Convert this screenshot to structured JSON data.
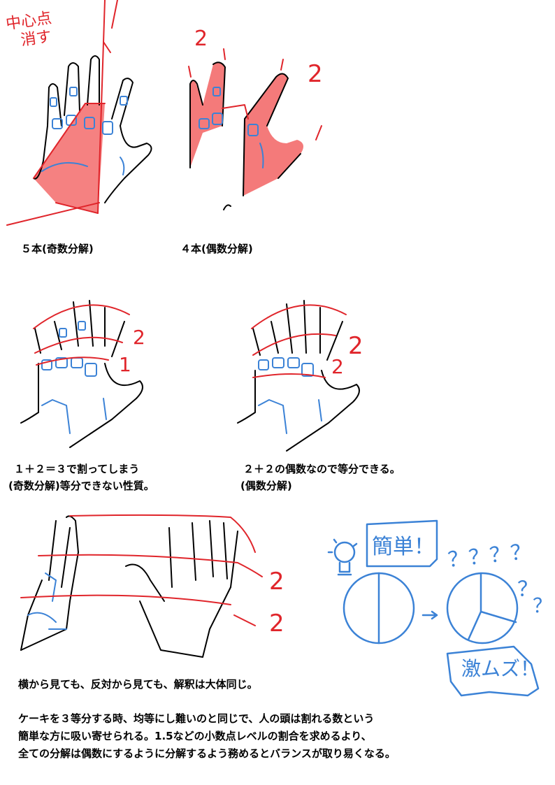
{
  "annotations": {
    "center_note_line1": "中心点",
    "center_note_line2": "消す",
    "panel2_n2_left": "2",
    "panel2_n2_right": "2",
    "row2_left_n2": "2",
    "row2_left_n1": "1",
    "row2_right_n2a": "2",
    "row2_right_n2b": "2",
    "row3_n2a": "2",
    "row3_n2b": "2",
    "simple_box": "簡単！",
    "hard_box": "激ムズ！",
    "question_marks": "？？？？",
    "question_marks_small": "？"
  },
  "captions": {
    "five_fingers": "５本(奇数分解)",
    "four_fingers": "４本(偶数分解)",
    "left_line1": "１＋２＝３で割ってしまう",
    "left_line2": "(奇数分解)等分できない性質。",
    "right_line1": "２＋２の偶数なので等分できる。",
    "right_line2": "(偶数分解)",
    "side_view": "横から見ても、反対から見ても、解釈は大体同じ。",
    "body_line1": "ケーキを３等分する時、均等にし難いのと同じで、人の頭は割れる数という",
    "body_line2": "簡単な方に吸い寄せられる。1.5などの小数点レベルの割合を求めるより、",
    "body_line3": "全ての分解は偶数にするように分解するよう務めるとバランスが取り易くなる。"
  },
  "colors": {
    "ink": "#000000",
    "red": "#e0252b",
    "red_fill": "#f47a7a",
    "blue": "#3b82d6"
  }
}
